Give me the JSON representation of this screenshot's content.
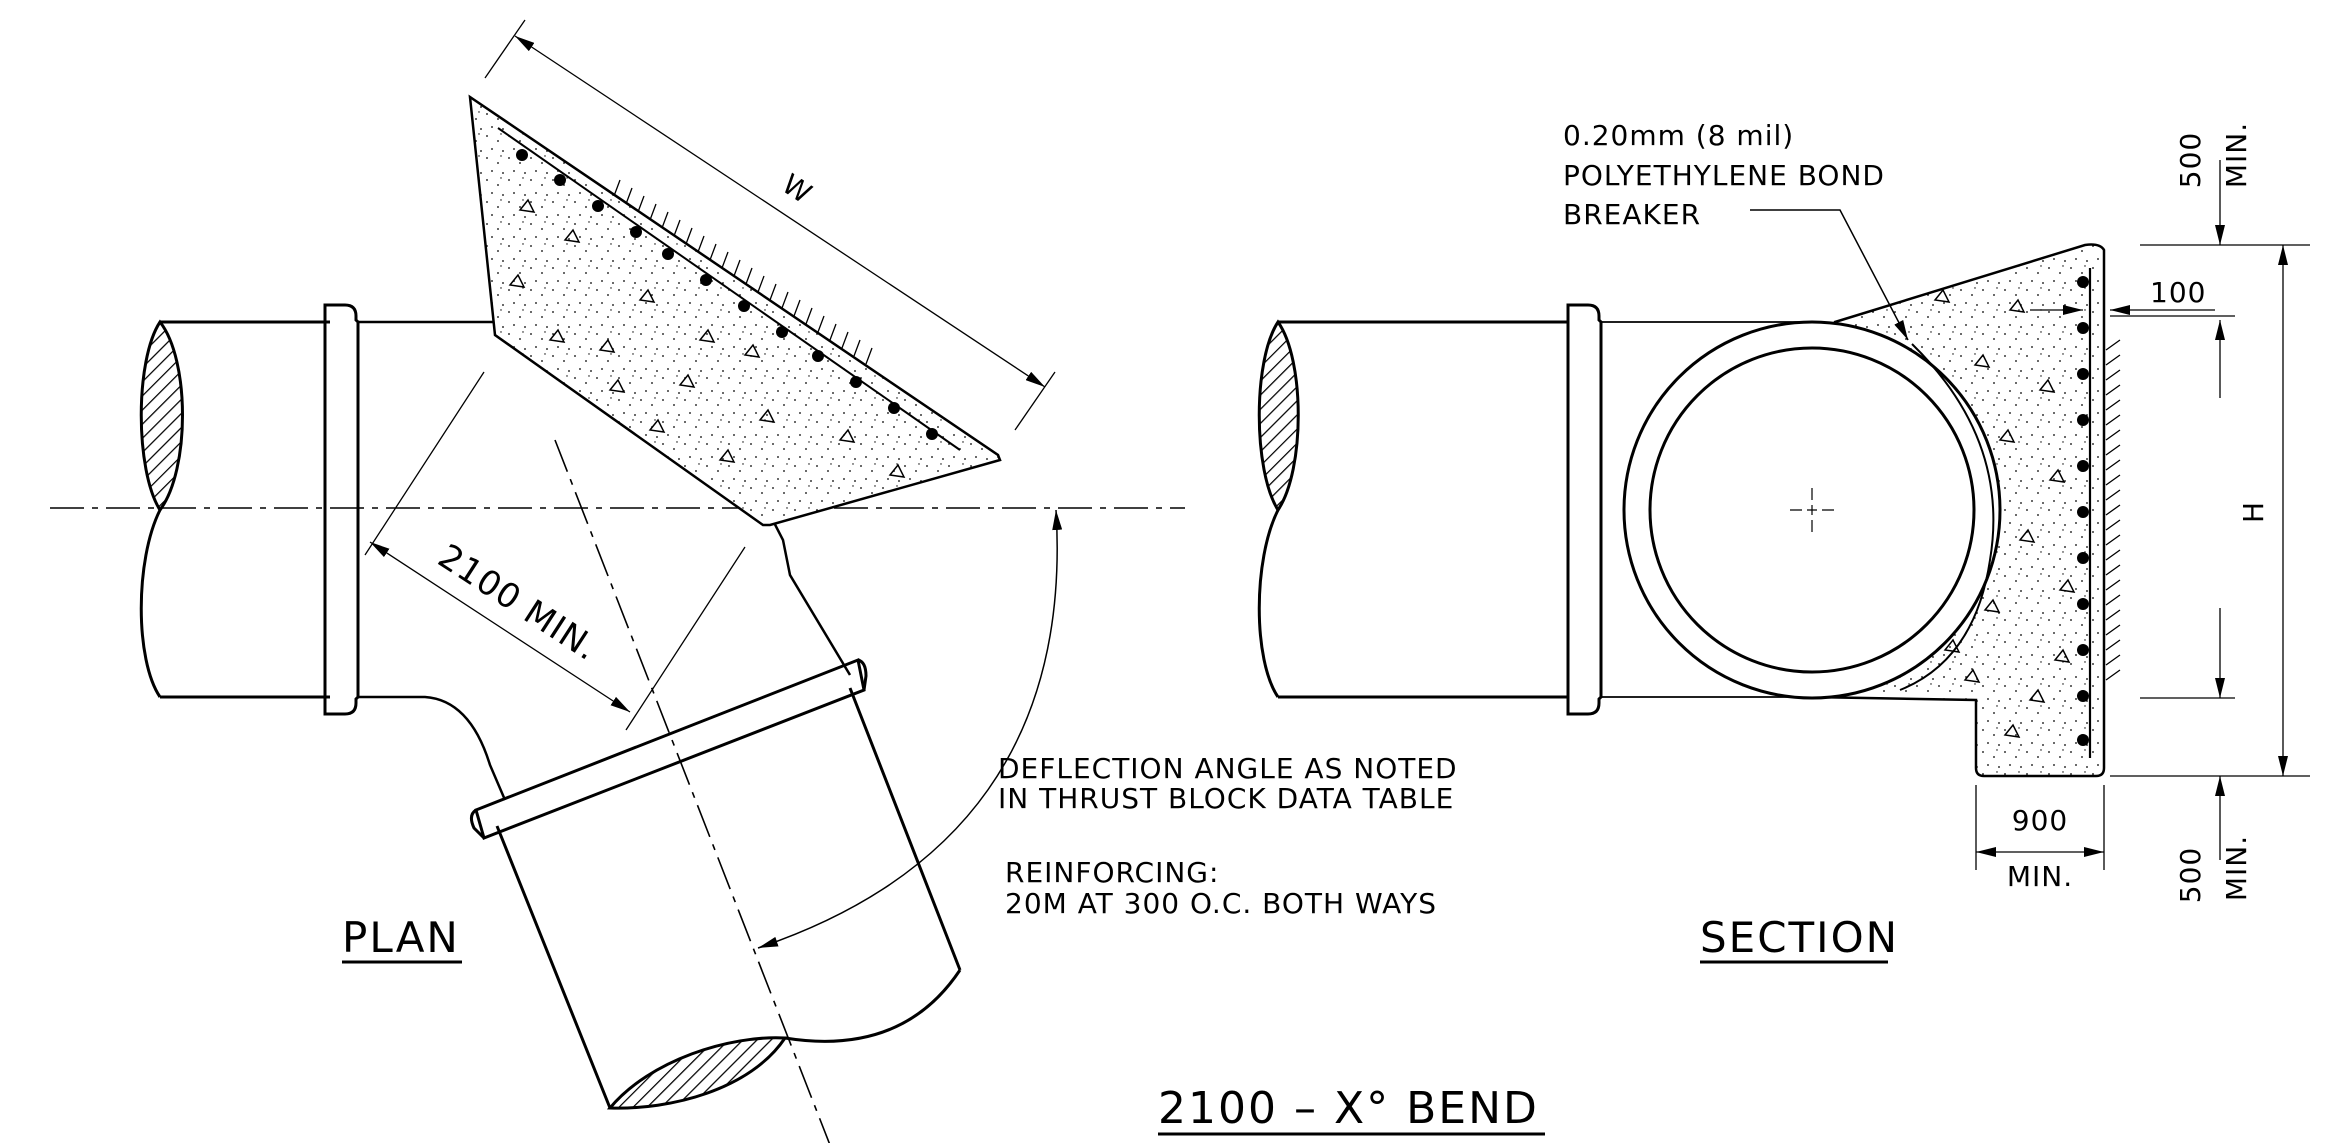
{
  "plan": {
    "title": "PLAN",
    "dim_width": "W",
    "dim_min_length": "2100 MIN.",
    "deflection_note": [
      "DEFLECTION ANGLE AS NOTED",
      "IN THRUST BLOCK DATA TABLE"
    ],
    "reinforcing_note": [
      "REINFORCING:",
      "20M AT 300 O.C. BOTH WAYS"
    ]
  },
  "section": {
    "title": "SECTION",
    "bond_breaker_note": [
      "0.20mm (8 mil)",
      "POLYETHYLENE BOND",
      "BREAKER"
    ],
    "dim_top_value": "500",
    "dim_top_min": "MIN.",
    "dim_cover": "100",
    "dim_height": "H",
    "dim_base_value": "900",
    "dim_base_min": "MIN.",
    "dim_bottom_value": "500",
    "dim_bottom_min": "MIN."
  },
  "drawing_title": "2100 – X° BEND"
}
